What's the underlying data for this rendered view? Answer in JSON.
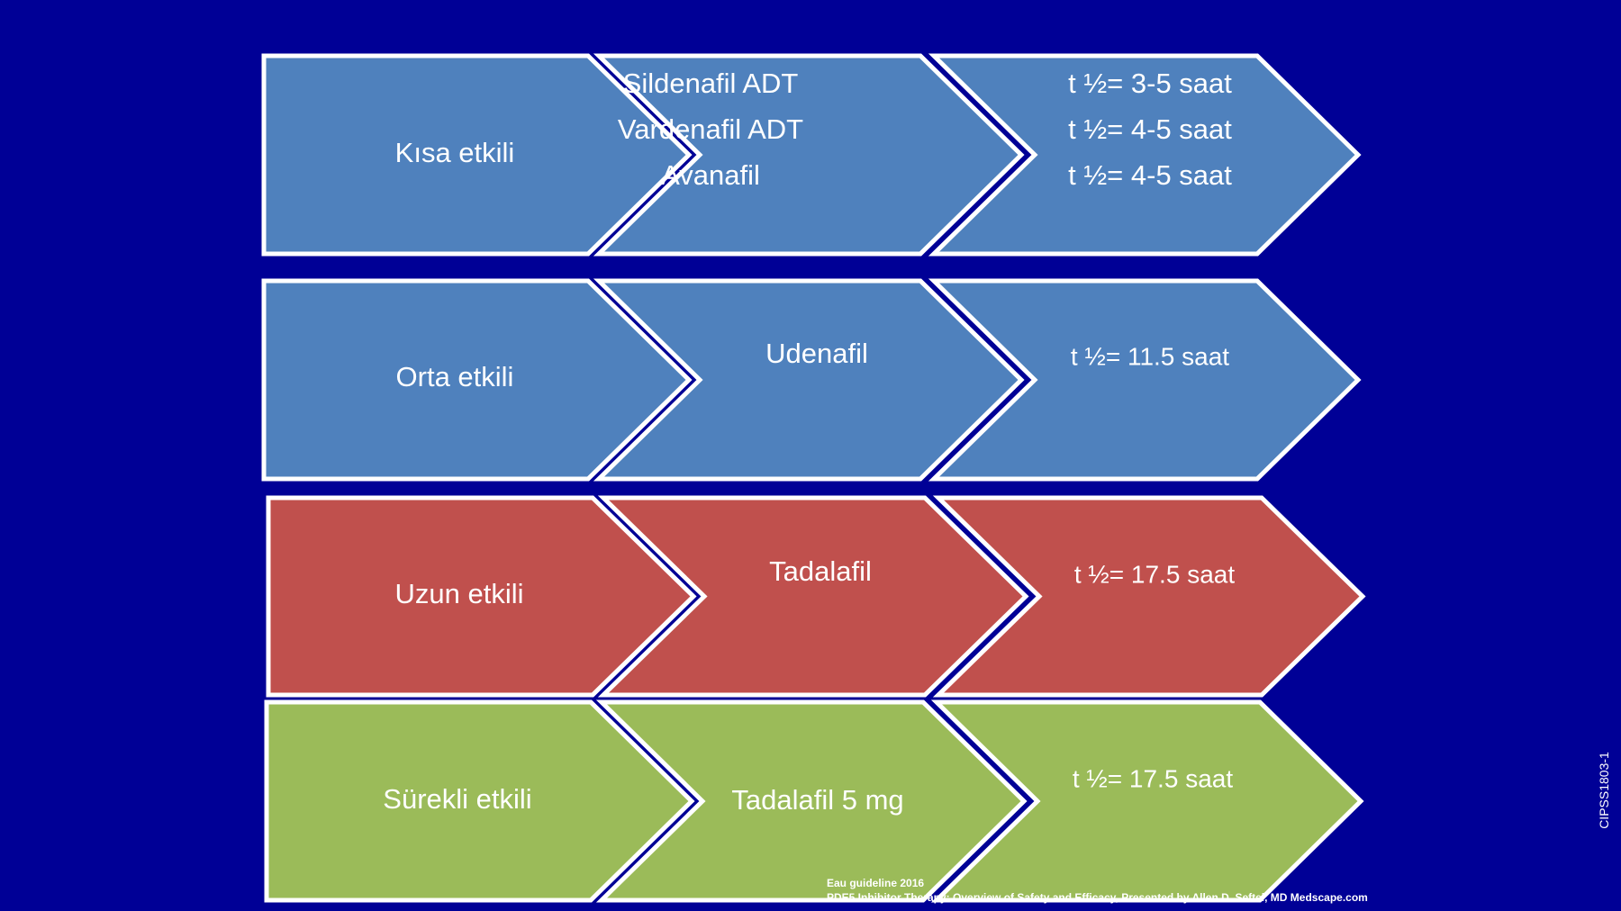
{
  "colors": {
    "background": "#000096",
    "short_acting": "#4F81BD",
    "medium_acting": "#4F81BD",
    "long_acting": "#C0504D",
    "continuous": "#9BBB59",
    "border": "#FFFFFF"
  },
  "rows": [
    {
      "name": "short-acting",
      "color_key": "short_acting",
      "category": "Kısa etkili",
      "drugs": [
        "Sildenafil ADT",
        "Vardenafil ADT",
        "Avanafil"
      ],
      "half_lives": [
        "t ½= 3-5 saat",
        "t ½= 4-5 saat",
        "t ½= 4-5 saat"
      ]
    },
    {
      "name": "medium-acting",
      "color_key": "medium_acting",
      "category": "Orta etkili",
      "drugs": [
        "Udenafil"
      ],
      "half_lives": [
        "t ½= 11.5 saat"
      ]
    },
    {
      "name": "long-acting",
      "color_key": "long_acting",
      "category": "Uzun etkili",
      "drugs": [
        "Tadalafil"
      ],
      "half_lives": [
        "t ½= 17.5 saat"
      ]
    },
    {
      "name": "continuous",
      "color_key": "continuous",
      "category": "Sürekli etkili",
      "drugs": [
        "Tadalafil 5 mg"
      ],
      "half_lives": [
        "t ½= 17.5 saat"
      ]
    }
  ],
  "references": [
    "Eau guideline 2016",
    "PDE5 Inhibitor Therapy: Overview of Safety and Efficacy, Presented by Allen D. Seftel, MD Medscape.com"
  ],
  "slide_code": "CIPSS1803-1"
}
